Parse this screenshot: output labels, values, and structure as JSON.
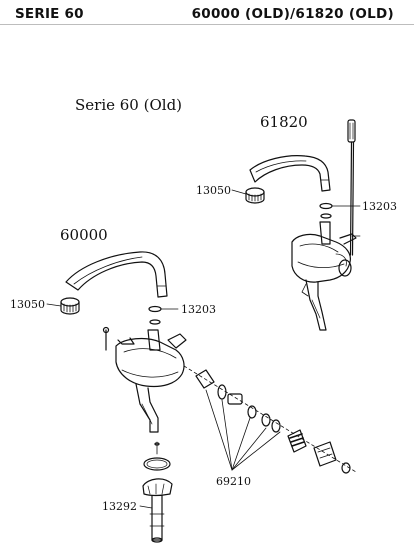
{
  "header": {
    "series": "SERIE 60",
    "models": "60000 (OLD)/61820 (OLD)"
  },
  "diagram": {
    "title": "Serie 60 (Old)",
    "model_61820": {
      "name": "61820",
      "parts": {
        "aerator": "13050",
        "oring": "13203"
      }
    },
    "model_60000": {
      "name": "60000",
      "parts": {
        "aerator": "13050",
        "oring": "13203",
        "cartridge_kit": "69210",
        "popup": "13292"
      }
    }
  }
}
